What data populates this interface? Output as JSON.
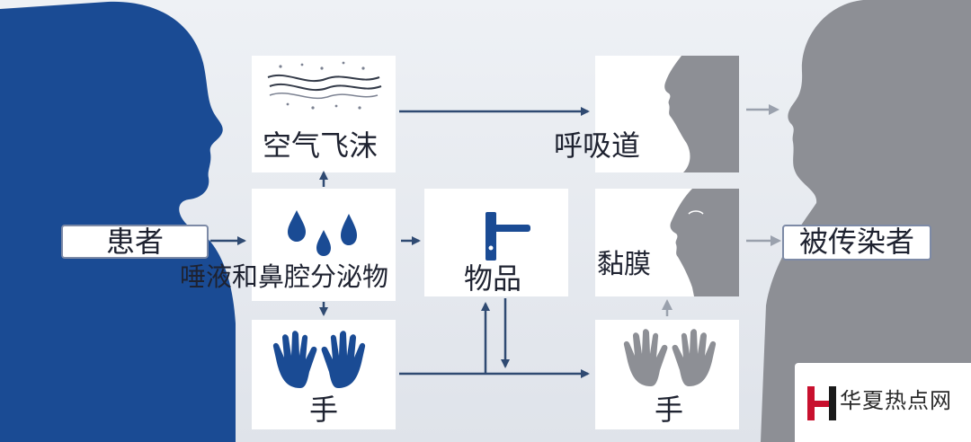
{
  "nodes": {
    "patient": "患者",
    "droplets": "空气飞沫",
    "secretions": "唾液和鼻腔分泌物",
    "objects": "物品",
    "hand_left": "手",
    "respiratory": "呼吸道",
    "mucosa": "黏膜",
    "hand_right": "手",
    "infected": "被传染者"
  },
  "watermark": {
    "text": "华夏热点网",
    "accent": "#c8102e"
  },
  "colors": {
    "patient_silhouette": "#1a4b94",
    "infected_silhouette": "#8d8f95",
    "arrow": "#2f4a72",
    "arrow_light": "#9aa1ad",
    "panel": "#ffffff"
  }
}
